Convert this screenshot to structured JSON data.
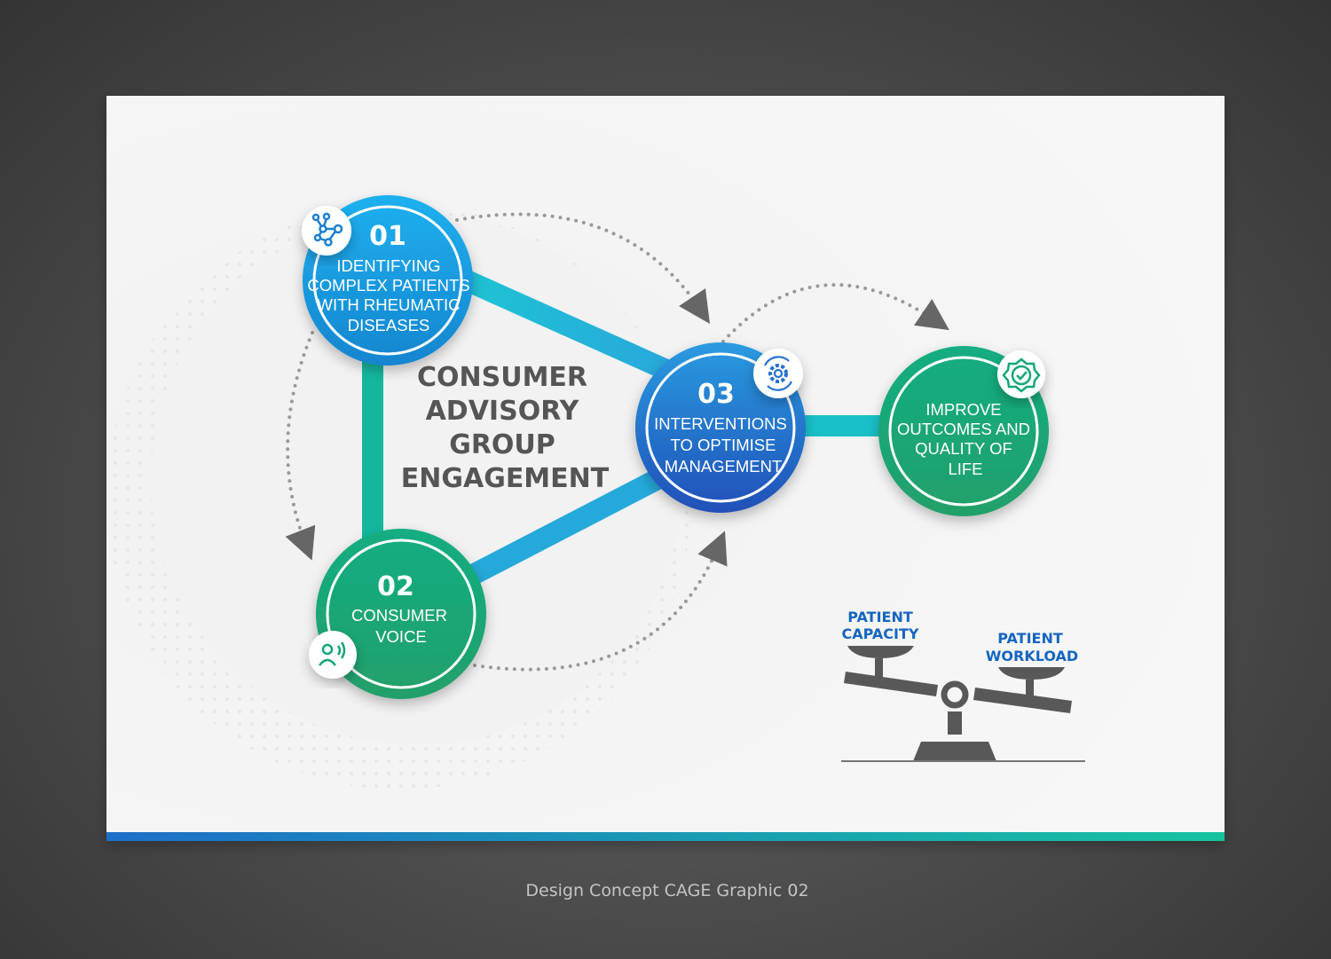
{
  "title_lines": [
    "CONSUMER",
    "ADVISORY",
    "GROUP",
    "ENGAGEMENT"
  ],
  "steps": [
    {
      "number": "01",
      "lines": [
        "IDENTIFYING",
        "COMPLEX PATIENTS",
        "WITH RHEUMATIC",
        "DISEASES"
      ],
      "icon": "network-icon",
      "color": "#1b9fe2"
    },
    {
      "number": "02",
      "lines": [
        "CONSUMER",
        "VOICE"
      ],
      "icon": "speaking-person-icon",
      "color": "#1aa57c"
    },
    {
      "number": "03",
      "lines": [
        "INTERVENTIONS",
        "TO OPTIMISE",
        "MANAGEMENT"
      ],
      "icon": "gear-cycle-icon",
      "color": "#2579cf"
    }
  ],
  "outcome": {
    "lines": [
      "IMPROVE",
      "OUTCOMES AND",
      "QUALITY OF",
      "LIFE"
    ],
    "icon": "badge-check-icon",
    "color": "#1aa57c"
  },
  "scale": {
    "left_label": [
      "PATIENT",
      "CAPACITY"
    ],
    "right_label": [
      "PATIENT",
      "WORKLOAD"
    ]
  },
  "caption": "Design Concept  CAGE Graphic 02",
  "colors": {
    "accent_blue": "#1b9fe2",
    "accent_green": "#1aa57c",
    "connector_cyan": "#1fbfd0",
    "scale_gray": "#555555"
  }
}
